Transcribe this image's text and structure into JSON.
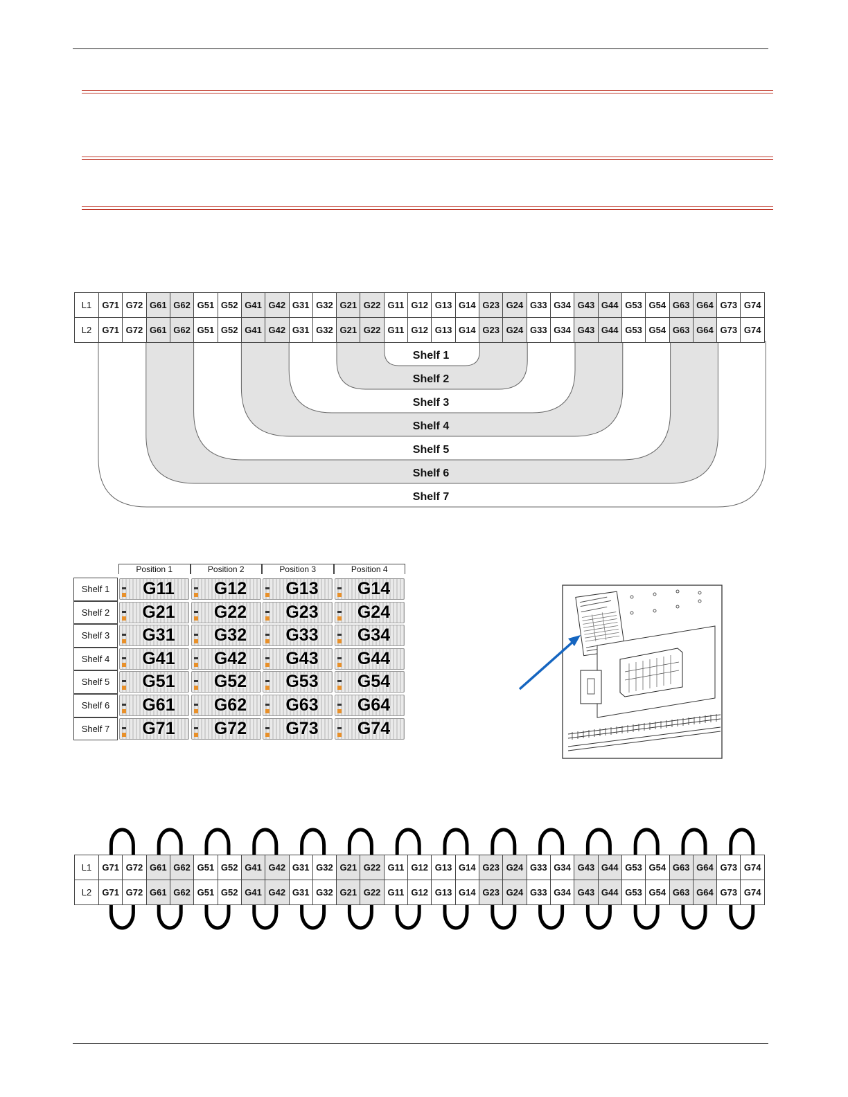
{
  "strip": {
    "row_labels": [
      "L1",
      "L2"
    ],
    "cells": [
      "G71",
      "G72",
      "G61",
      "G62",
      "G51",
      "G52",
      "G41",
      "G42",
      "G31",
      "G32",
      "G21",
      "G22",
      "G11",
      "G12",
      "G13",
      "G14",
      "G23",
      "G24",
      "G33",
      "G34",
      "G43",
      "G44",
      "G53",
      "G54",
      "G63",
      "G64",
      "G73",
      "G74"
    ],
    "shaded": [
      false,
      false,
      true,
      true,
      false,
      false,
      true,
      true,
      false,
      false,
      true,
      true,
      false,
      false,
      false,
      false,
      true,
      true,
      false,
      false,
      true,
      true,
      false,
      false,
      true,
      true,
      false,
      false
    ]
  },
  "shelf_bands": [
    "Shelf 1",
    "Shelf 2",
    "Shelf 3",
    "Shelf 4",
    "Shelf 5",
    "Shelf 6",
    "Shelf 7"
  ],
  "positions": {
    "headers": [
      "Position 1",
      "Position 2",
      "Position 3",
      "Position 4"
    ],
    "shelves": [
      {
        "label": "Shelf 1",
        "modules": [
          "G11",
          "G12",
          "G13",
          "G14"
        ]
      },
      {
        "label": "Shelf 2",
        "modules": [
          "G21",
          "G22",
          "G23",
          "G24"
        ]
      },
      {
        "label": "Shelf 3",
        "modules": [
          "G31",
          "G32",
          "G33",
          "G34"
        ]
      },
      {
        "label": "Shelf 4",
        "modules": [
          "G41",
          "G42",
          "G43",
          "G44"
        ]
      },
      {
        "label": "Shelf 5",
        "modules": [
          "G51",
          "G52",
          "G53",
          "G54"
        ]
      },
      {
        "label": "Shelf 6",
        "modules": [
          "G61",
          "G62",
          "G63",
          "G64"
        ]
      },
      {
        "label": "Shelf 7",
        "modules": [
          "G71",
          "G72",
          "G73",
          "G74"
        ]
      }
    ]
  },
  "colors": {
    "rule_red": "#c0392b",
    "arrow_blue": "#1565c0",
    "band_gray": "#e3e3e3"
  }
}
